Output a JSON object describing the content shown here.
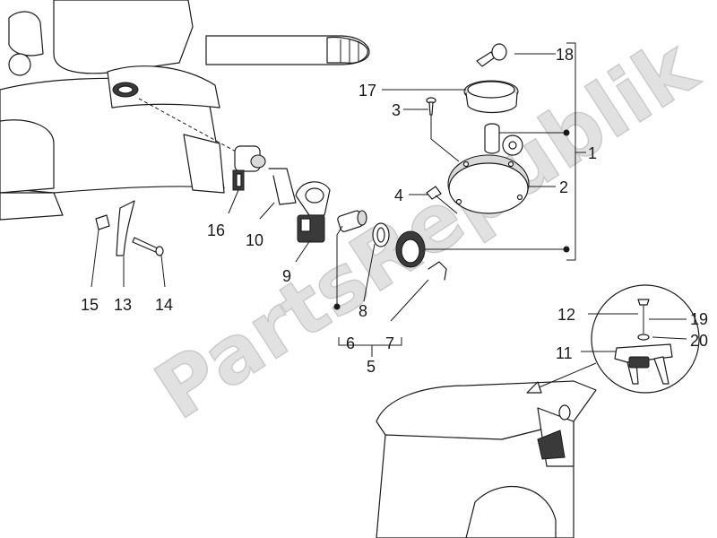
{
  "watermark": {
    "text": "PartsRepublik"
  },
  "callouts": [
    {
      "id": "1",
      "label": "1"
    },
    {
      "id": "2",
      "label": "2"
    },
    {
      "id": "3",
      "label": "3"
    },
    {
      "id": "4",
      "label": "4"
    },
    {
      "id": "5",
      "label": "5"
    },
    {
      "id": "6",
      "label": "6"
    },
    {
      "id": "7",
      "label": "7"
    },
    {
      "id": "8",
      "label": "8"
    },
    {
      "id": "9",
      "label": "9"
    },
    {
      "id": "10",
      "label": "10"
    },
    {
      "id": "11",
      "label": "11"
    },
    {
      "id": "12",
      "label": "12"
    },
    {
      "id": "13",
      "label": "13"
    },
    {
      "id": "14",
      "label": "14"
    },
    {
      "id": "15",
      "label": "15"
    },
    {
      "id": "16",
      "label": "16"
    },
    {
      "id": "17",
      "label": "17"
    },
    {
      "id": "18",
      "label": "18"
    },
    {
      "id": "19",
      "label": "19"
    },
    {
      "id": "20",
      "label": "20"
    }
  ]
}
